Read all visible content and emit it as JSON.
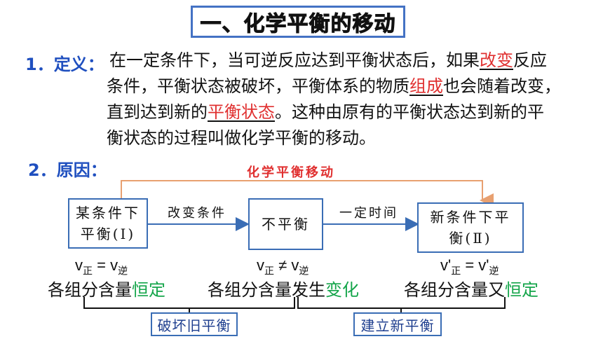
{
  "title": "一、化学平衡的移动",
  "section1": {
    "label": "1．定义：",
    "line1_a": "在一定条件下，当可逆反应达到平衡状态后，如果",
    "line1_blank": "改变",
    "line1_b": "反应",
    "line2_a": "条件，平衡状态被破坏，平衡体系的物质",
    "line2_blank": "组成",
    "line2_b": "也会随着改变，",
    "line3_a": "直到达到新的",
    "line3_blank": "平衡状态",
    "line3_b": "。这种由原有的平衡状态达到新的平",
    "line4": "衡状态的过程叫做化学平衡的移动。"
  },
  "section2": {
    "label": "2．原因：",
    "top_arrow_label": "化学平衡移动",
    "box1_line1": "某条件下",
    "box1_line2": "平衡(Ⅰ)",
    "arrow1_label": "改变条件",
    "box2": "不平衡",
    "arrow2_label": "一定时间",
    "box3_line1": "新条件下平",
    "box3_line2": "衡(Ⅱ)",
    "eq1": {
      "v": "v",
      "sub1": "正",
      "op": " = ",
      "sub2": "逆"
    },
    "eq2": {
      "v": "v",
      "sub1": "正",
      "op": " ≠ ",
      "sub2": "逆"
    },
    "eq3": {
      "v": "v'",
      "sub1": "正",
      "op": " = ",
      "sub2": "逆"
    },
    "content1_a": "各组分含量",
    "content1_b": "恒定",
    "content2_a": "各组分含量发生",
    "content2_b": "变化",
    "content3_a": "各组分含量又",
    "content3_b": "恒定",
    "bracket1_label": "破坏旧平衡",
    "bracket2_label": "建立新平衡"
  },
  "colors": {
    "heading_blue": "#1f4fbf",
    "blank_red": "#e03030",
    "box_border": "#3a6db5",
    "top_arrow": "#e8a070",
    "green": "#14a54a"
  }
}
